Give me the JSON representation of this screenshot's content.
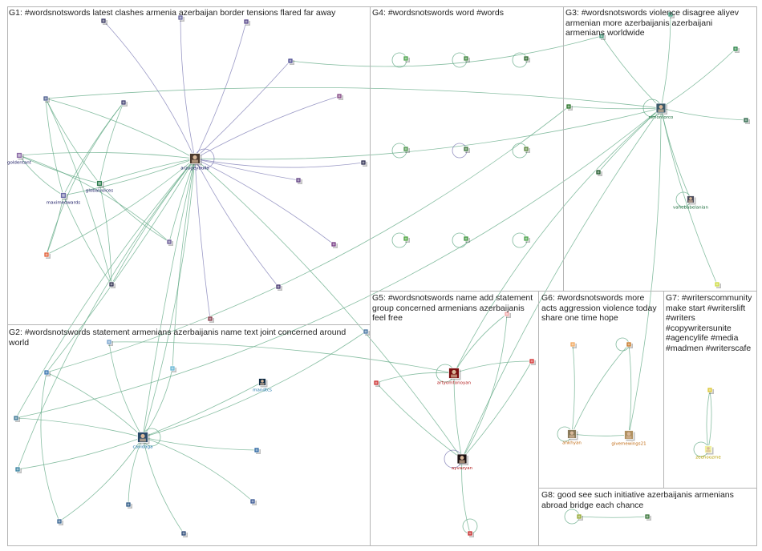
{
  "groups": [
    {
      "id": "G1",
      "title": "G1: #wordsnotswords latest clashes armenia azerbaijan border tensions flared far away"
    },
    {
      "id": "G2",
      "title": "G2: #wordsnotswords statement armenians azerbaijanis name text joint concerned around world"
    },
    {
      "id": "G3",
      "title": "G3: #wordsnotswords violence disagree aliyev armenian more azerbaijanis azerbaijani armenians worldwide"
    },
    {
      "id": "G4",
      "title": "G4: #wordsnotswords word #words"
    },
    {
      "id": "G5",
      "title": "G5: #wordsnotswords name add statement group concerned armenians azerbaijanis feel free"
    },
    {
      "id": "G6",
      "title": "G6: #wordsnotswords more acts aggression violence today share one time hope"
    },
    {
      "id": "G7",
      "title": "G7: #writerscommunity make start #writerslift #writers #copywritersunite #agencylife #media #madmen #writerscafe"
    },
    {
      "id": "G8",
      "title": "G8: good see such initiative azerbaijanis armenians abroad bridge each chance"
    }
  ],
  "node_labels": {
    "arzugeybulla": "arzugeybulla",
    "goldentant": "goldentant",
    "globalvoices": "globalvoices",
    "maximedwards": "maximedwards",
    "cavidaga": "cavidaga",
    "mandtcs": "mandtcs",
    "simonforco": "simonforco",
    "vahebabelanian": "vahebabelanian",
    "artyomtonoyan": "artyomtonoyan",
    "ayvazyan": "ayvazyan",
    "ahkhyan": "ahkhyan",
    "givemewings21": "givemewings21",
    "zeehoozme": "zeehoozme"
  },
  "colors": {
    "edge_green": "#5fa883",
    "edge_purple": "#7a78b3",
    "border": "#b5b5b5",
    "label_g1": "#151560",
    "label_g2": "#1872a8",
    "label_g3": "#1a6b3a",
    "label_g5": "#b01818",
    "label_g6": "#c06a12",
    "label_g7": "#b8a000"
  }
}
